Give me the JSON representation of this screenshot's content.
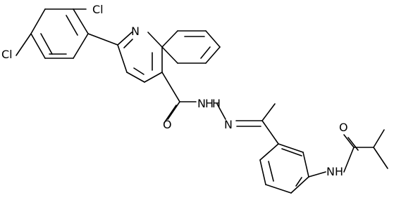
{
  "diagram": {
    "type": "chemical-structure",
    "atom_labels": {
      "cl_upper": "Cl",
      "cl_left": "Cl",
      "n_quinoline": "N",
      "o_carbonyl": "O",
      "nh_hydrazide": "N",
      "h_hydrazide": "H",
      "n_imine": "N",
      "o_amide": "O",
      "nh_amide": "NH"
    },
    "colors": {
      "bond": "#000000",
      "label": "#000000",
      "background": "#ffffff"
    }
  }
}
